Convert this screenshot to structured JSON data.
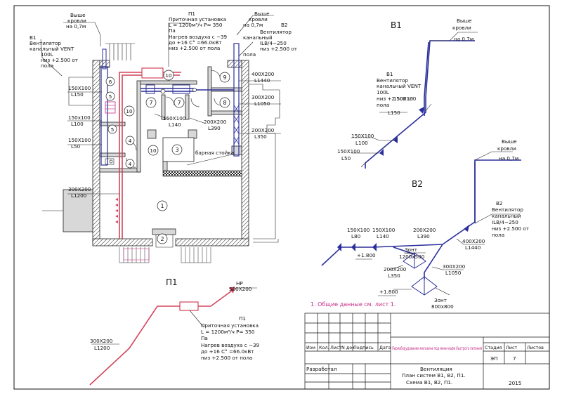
{
  "plan": {
    "callouts": {
      "roof_left_1": "Выше",
      "roof_left_2": "кровли",
      "roof_left_3": "на 0,7м",
      "b1_title": "В1",
      "b1_line1": "Вентилятор",
      "b1_line2": "канальный VENT",
      "b1_line3": "100L",
      "b1_line4": "низ +2.500 от",
      "b1_line5": "пола",
      "p1_title": "П1",
      "p1_line1": "Приточная установка",
      "p1_line2": "L = 1200м³/ч  Р= 350",
      "p1_line3": "Па",
      "p1_line4": "Нагрев воздуха с −39",
      "p1_line5": "до +16  С° =66.0кВт",
      "p1_line6": "низ +2.500 от пола",
      "roof_right_1": "Выше",
      "roof_right_2": "кровли",
      "roof_right_3": "на 0,7м",
      "b2_title": "В2",
      "b2_line1": "Вентилятор",
      "b2_line2": "канальный",
      "b2_line3": "ILB/4−250",
      "b2_line4": "низ +2.500 от",
      "b2_line5": "пола"
    },
    "dims": {
      "d1a": "150Х100",
      "d1b": "L150",
      "d2a": "150х100",
      "d2b": "L100",
      "d3a": "150Х100",
      "d3b": "L50",
      "d4a": "300Х200",
      "d4b": "L1200",
      "d5a": "400Х200",
      "d5b": "L1440",
      "d6a": "300Х200",
      "d6b": "L1050",
      "d7a": "200Х200",
      "d7b": "L350",
      "d8a": "150Х100",
      "d8b": "L140",
      "d9a": "200Х200",
      "d9b": "L390"
    },
    "rooms": [
      "1",
      "2",
      "3",
      "4",
      "4",
      "5",
      "5",
      "6",
      "7",
      "7",
      "8",
      "9",
      "10",
      "10",
      "10"
    ],
    "bar_label": "барная стойка"
  },
  "b1": {
    "title": "В1",
    "roof_1": "Выше",
    "roof_2": "кровли",
    "roof_3": "на 0,7м",
    "t_title": "В1",
    "t1": "Вентилятор",
    "t2": "канальный VENT",
    "t3": "100L",
    "t4": "низ +2.500 от",
    "t5": "пола",
    "d1a": "150Х100",
    "d1b": "L150",
    "d2a": "150Х100",
    "d2b": "L100",
    "d3a": "150Х100",
    "d3b": "L50"
  },
  "b2": {
    "title": "В2",
    "roof_1": "Выше",
    "roof_2": "кровли",
    "roof_3": "на 0,7м",
    "t_title": "В2",
    "t1": "Вентилятор",
    "t2": "канальный",
    "t3": "ILB/4−250",
    "t4": "низ +2.500 от",
    "t5": "пола",
    "d1a": "150Х100",
    "d1b": "L80",
    "d2a": "150Х100",
    "d2b": "L140",
    "d3a": "200Х200",
    "d3b": "L390",
    "d4a": "400Х200",
    "d4b": "L1440",
    "d5a": "300Х200",
    "d5b": "L1050",
    "d6a": "200Х200",
    "d6b": "L350",
    "z1a": "Зонт",
    "z1b": "1200х500",
    "z2a": "Зонт",
    "z2b": "800х800",
    "lvl1": "+1.800",
    "lvl2": "+1.800"
  },
  "p1": {
    "title": "П1",
    "hp": "НР",
    "hp_dim": "500Х200",
    "left_a": "300Х200",
    "left_b": "L1200",
    "u_title": "П1",
    "u1": "Приточная установка",
    "u2": "L = 1200м³/ч  Р= 350",
    "u3": "Па",
    "u4": "Нагрев воздуха с −39",
    "u5": "до +16  С° =66.0кВт",
    "u6": "низ +2.500 от пола"
  },
  "note": "1.  Общие данные см.  лист 1.",
  "stamp": {
    "col_izm": "Изм",
    "col_kol": "Кол.",
    "col_list": "Лист",
    "col_ndoc": "N док",
    "col_podp": "Подпись",
    "col_data": "Дата",
    "razrabotal": "Разработал",
    "project": "Переоборудование магазина под мини-кафе быстрого питания",
    "stage_h": "Стадия",
    "list_h": "Лист",
    "listov_h": "Листов",
    "stage": "ЭП",
    "list": "7",
    "title1": "Вентиляция",
    "title2": "План систем В1, В2, П1.",
    "title3": "Схема В1, В2, П1.",
    "year": "2015"
  }
}
